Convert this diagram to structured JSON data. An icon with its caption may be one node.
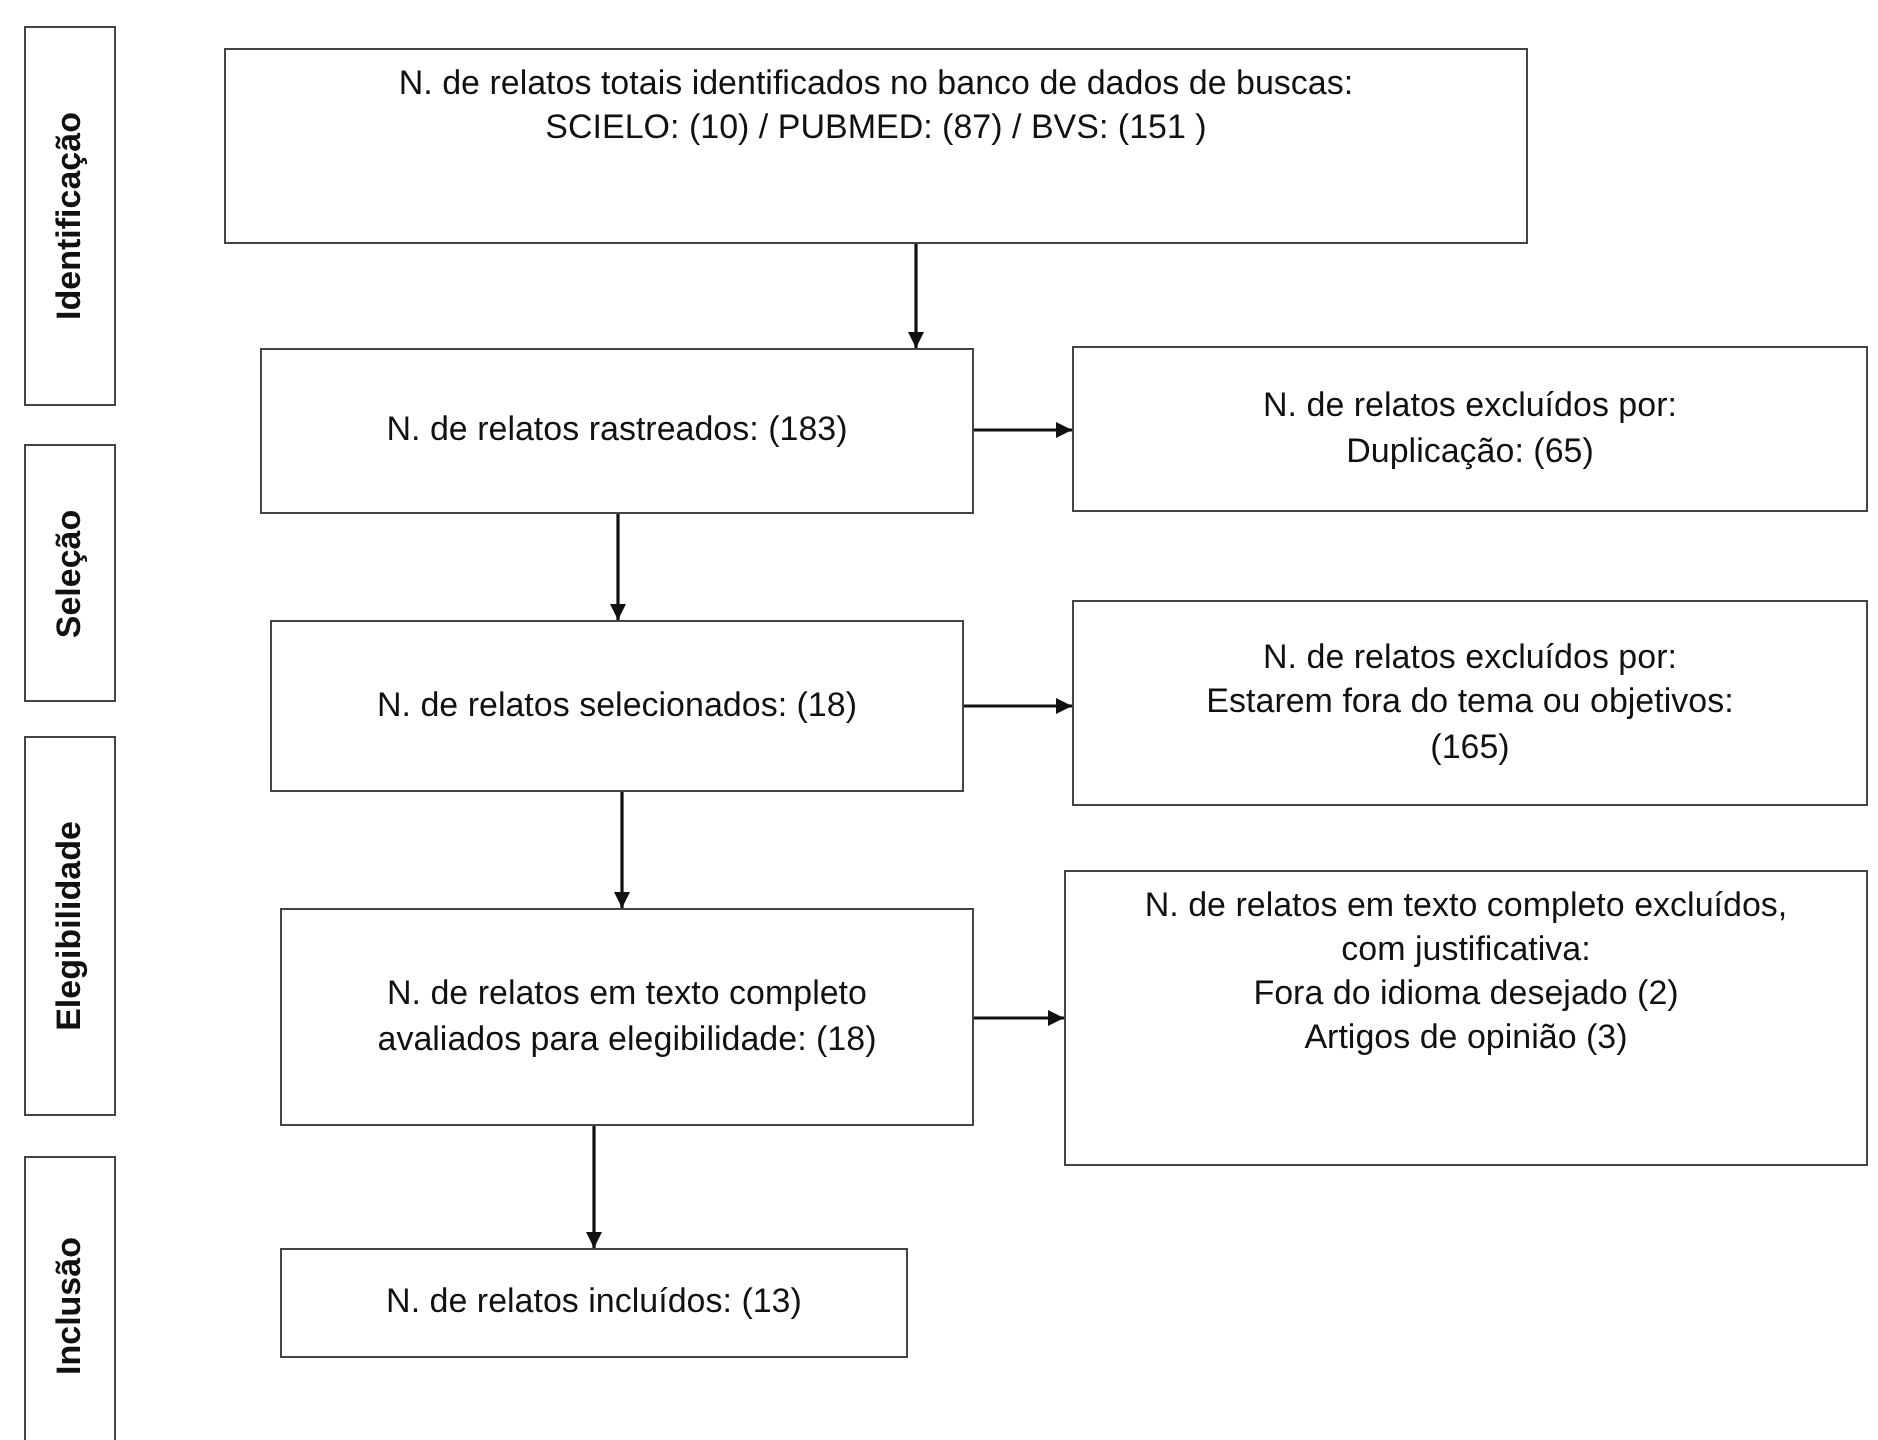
{
  "diagram": {
    "nodes": [
      {
        "text": [
          "Identificação"
        ]
      },
      {
        "text": [
          "Seleção"
        ]
      },
      {
        "text": [
          "Elegibilidade"
        ]
      },
      {
        "text": [
          "Inclusão"
        ]
      },
      {
        "text": [
          "N. de relatos totais identificados no banco de dados de buscas:",
          "SCIELO: (10) / PUBMED: (87) / BVS: (151 )"
        ]
      },
      {
        "text": [
          "N. de relatos rastreados: (183)"
        ]
      },
      {
        "text": [
          "N. de relatos excluídos por:",
          "Duplicação: (65)"
        ]
      },
      {
        "text": [
          "N. de relatos selecionados: (18)"
        ]
      },
      {
        "text": [
          "N. de relatos excluídos por:",
          "Estarem fora do tema ou objetivos: (165)"
        ]
      },
      {
        "text": [
          "N. de relatos em texto completo avaliados para elegibilidade: (18)"
        ]
      },
      {
        "text": [
          "N. de relatos em texto completo excluídos, com justificativa:",
          "Fora do idioma desejado (2)",
          "Artigos de opinião (3)"
        ]
      },
      {
        "text": [
          "N. de relatos incluídos: (13)"
        ]
      }
    ],
    "edges": [
      {
        "from": 4,
        "to": 5,
        "arrow": "to"
      },
      {
        "from": 5,
        "to": 6,
        "arrow": "to"
      },
      {
        "from": 5,
        "to": 7,
        "arrow": "to"
      },
      {
        "from": 7,
        "to": 8,
        "arrow": "to"
      },
      {
        "from": 7,
        "to": 9,
        "arrow": "to"
      },
      {
        "from": 9,
        "to": 10,
        "arrow": "to"
      },
      {
        "from": 9,
        "to": 11,
        "arrow": "to"
      }
    ]
  }
}
